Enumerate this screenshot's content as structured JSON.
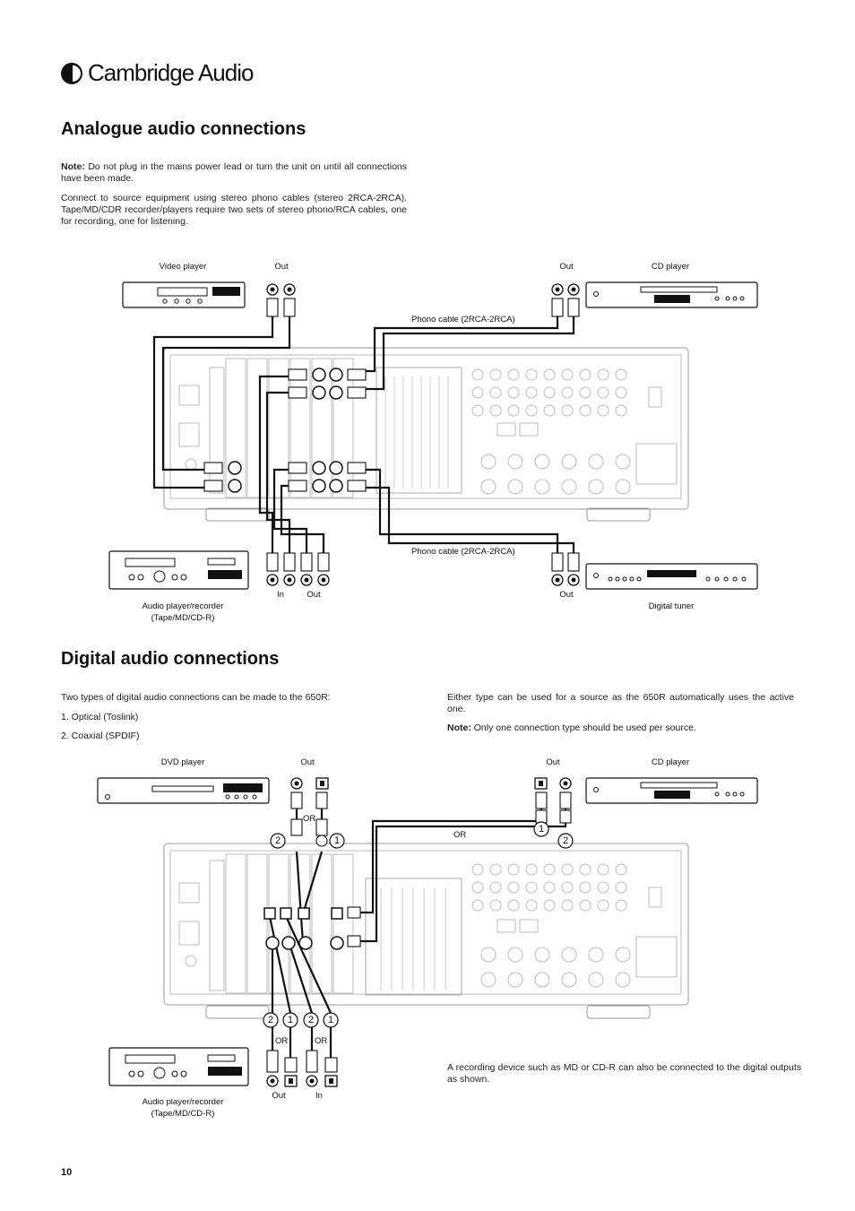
{
  "brand": {
    "name": "Cambridge Audio"
  },
  "analogue": {
    "heading": "Analogue audio connections",
    "note_label": "Note:",
    "note_text": "Do not plug in the mains power lead or turn the unit on until all connections have been made.",
    "body": "Connect to source equipment using stereo phono cables  (stereo 2RCA-2RCA). Tape/MD/CDR recorder/players require two sets of stereo phono/RCA cables, one for recording, one for listening.",
    "labels": {
      "video_player": "Video player",
      "out_left": "Out",
      "out_right": "Out",
      "cd_player": "CD player",
      "phono_cable_top": "Phono cable (2RCA-2RCA)",
      "phono_cable_bottom": "Phono cable (2RCA-2RCA)",
      "in": "In",
      "out_audio": "Out",
      "out_tuner": "Out",
      "audio_player_line1": "Audio player/recorder",
      "audio_player_line2": "(Tape/MD/CD-R)",
      "digital_tuner": "Digital tuner"
    }
  },
  "digital": {
    "heading": "Digital audio connections",
    "intro": "Two types of digital audio connections can be made to the 650R:",
    "item1": "1. Optical (Toslink)",
    "item2": "2. Coaxial (SPDIF)",
    "right_para": "Either type can be used for a source as the 650R automatically uses the active one.",
    "note_label": "Note:",
    "note_text": "Only one connection type should be used per source.",
    "recording_note": "A recording device such as MD or CD-R can also be connected to the digital outputs as shown.",
    "labels": {
      "dvd_player": "DVD player",
      "out_dvd": "Out",
      "out_cd": "Out",
      "cd_player": "CD player",
      "or_dvd": "OR",
      "or_cd": "OR",
      "or_bottom_left": "OR",
      "or_bottom_right": "OR",
      "num_2": "2",
      "num_1": "1",
      "out_audio": "Out",
      "in_audio": "In",
      "audio_player_line1": "Audio player/recorder",
      "audio_player_line2": "(Tape/MD/CD-R)"
    }
  },
  "page_number": "10"
}
